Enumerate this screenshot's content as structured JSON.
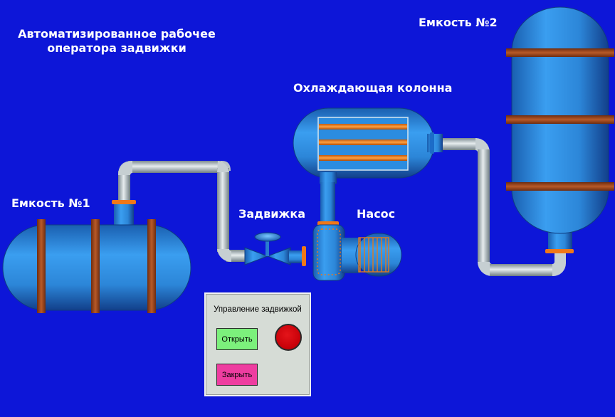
{
  "title": {
    "line1": "Автоматизированное рабочее",
    "line2": "оператора задвижки"
  },
  "labels": {
    "tank1": "Емкость №1",
    "tank2": "Емкость №2",
    "column": "Охлаждающая колонна",
    "valve": "Задвижка",
    "pump": "Насос"
  },
  "control_panel": {
    "title": "Управление задвижкой",
    "open_label": "Открыть",
    "close_label": "Закрыть",
    "indicator_state": "closed",
    "indicator_color": "#d40010"
  },
  "colors": {
    "background": "#0d16d8",
    "vessel": "#2f8fe0",
    "band": "#a04a20",
    "pipe": "#b8c2c6",
    "flange": "#f07818",
    "open_button": "#7cf07c",
    "close_button": "#ee3da0"
  }
}
